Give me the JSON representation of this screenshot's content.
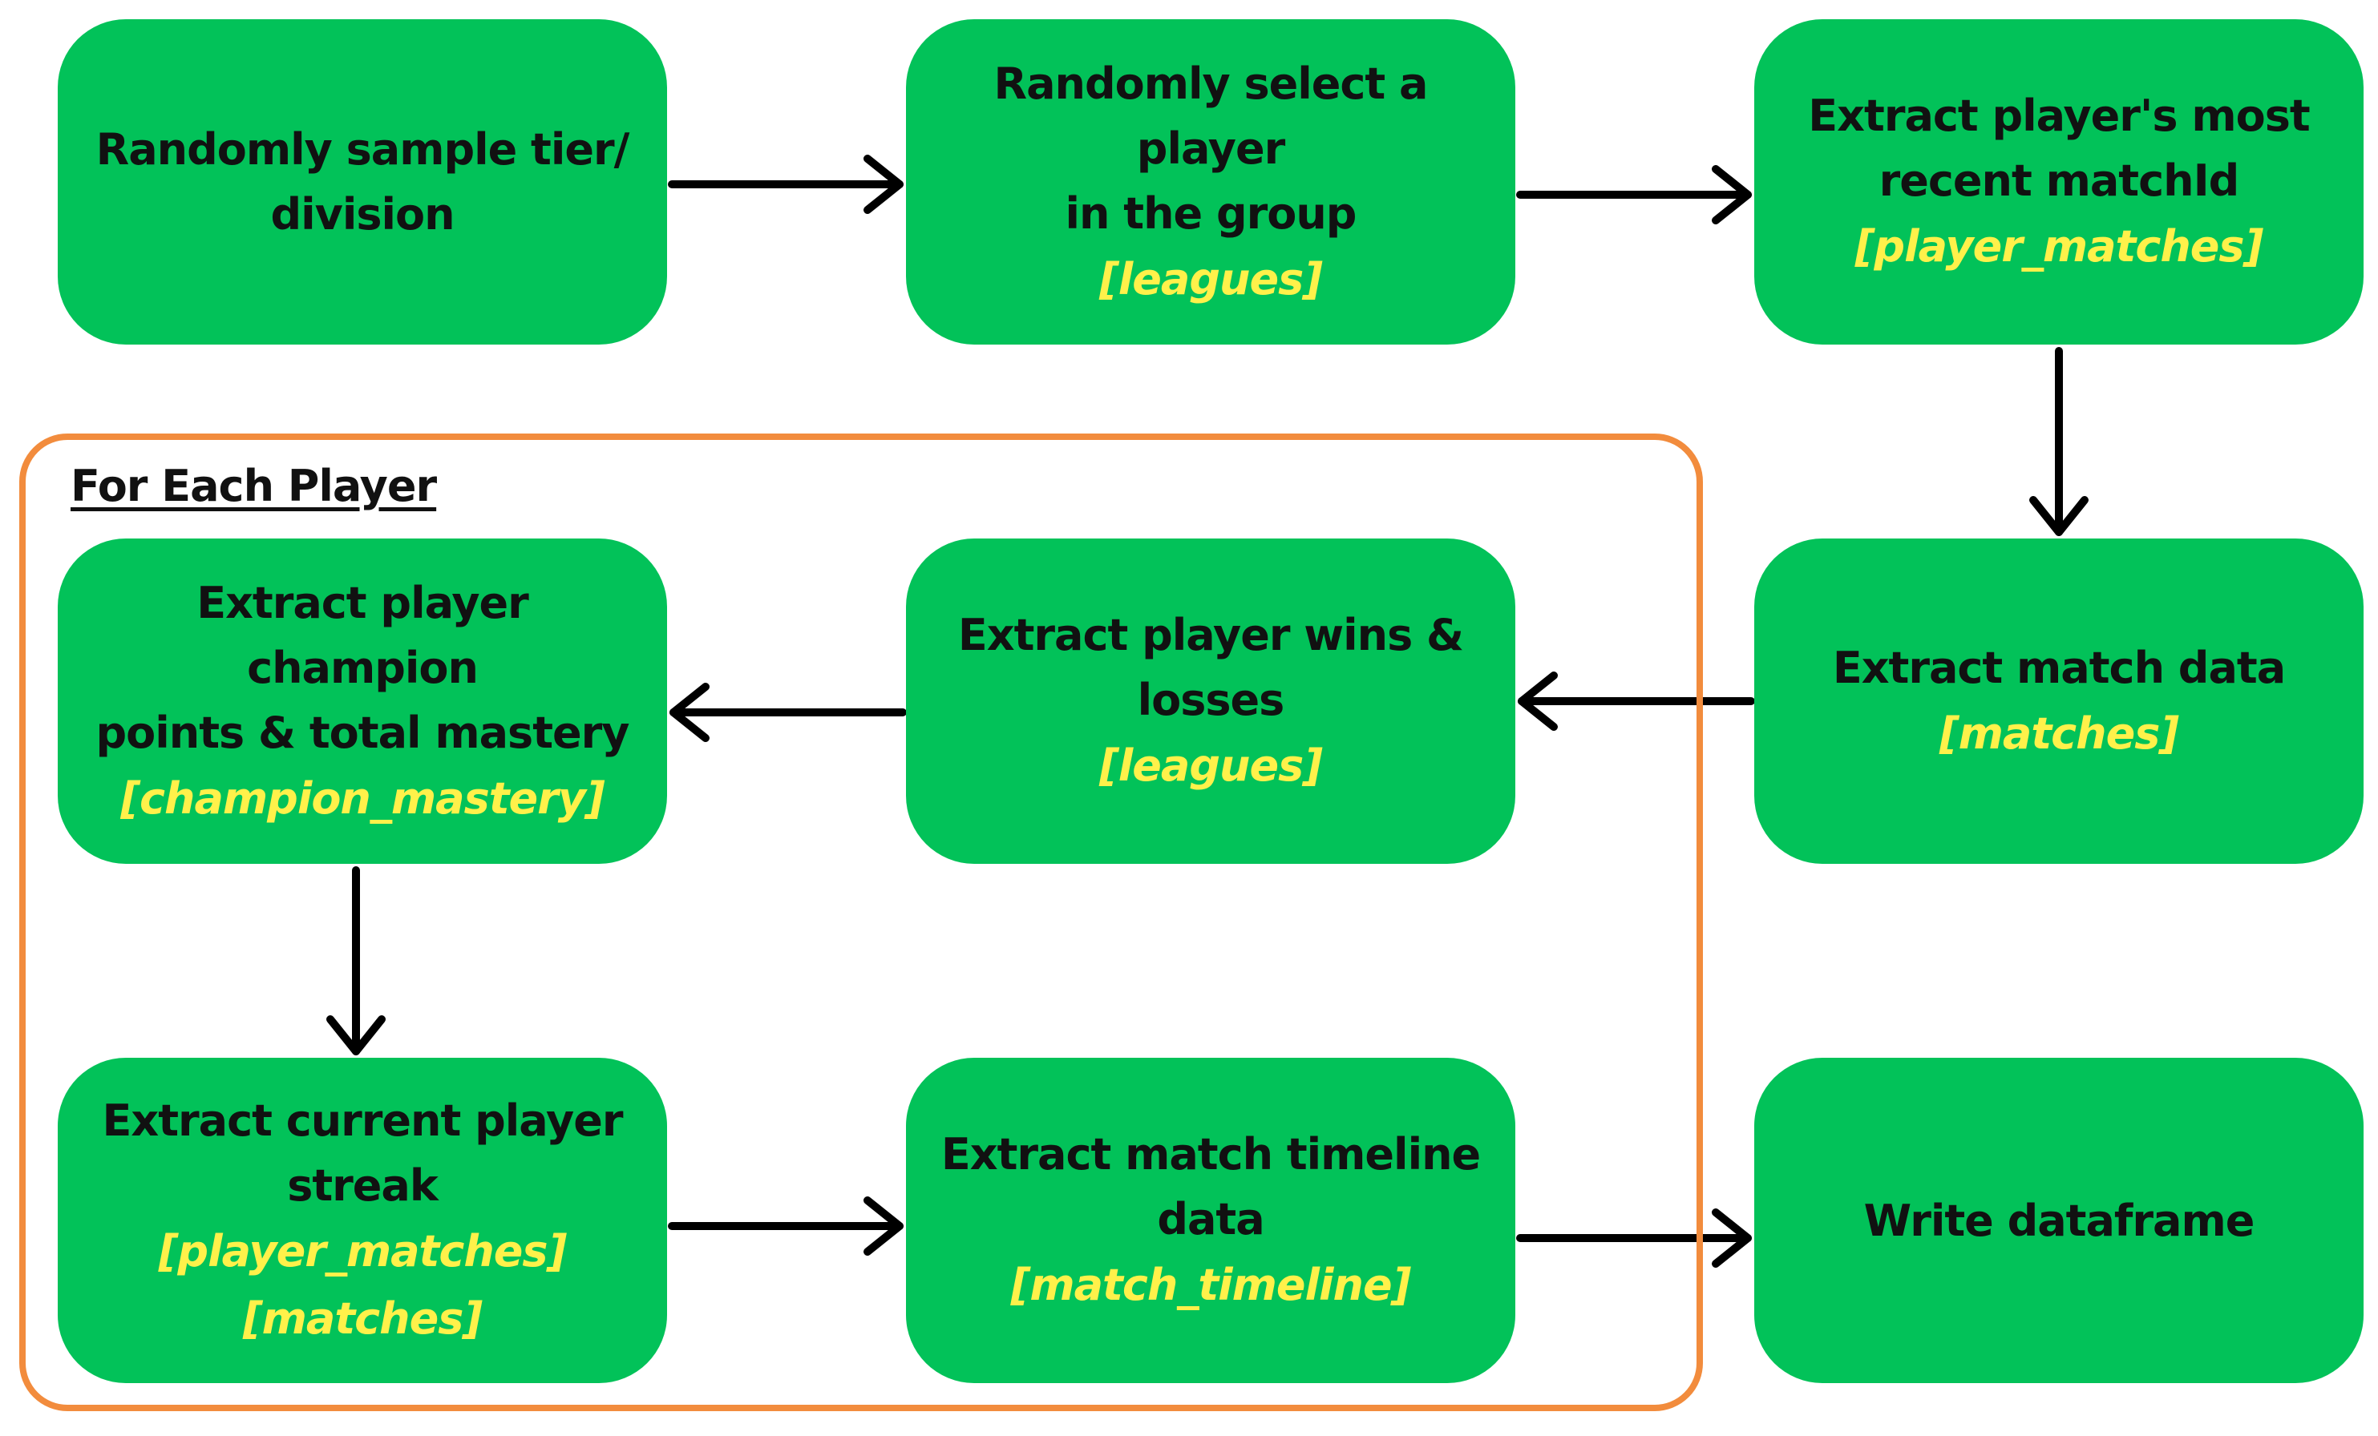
{
  "diagram": {
    "group_label": "For Each Player",
    "colors": {
      "node_fill": "#02c259",
      "node_text": "#111111",
      "tag_text": "#fff14a",
      "group_border": "#f28c3d",
      "arrow": "#000000"
    },
    "nodes": [
      {
        "id": "n1",
        "title": "Randomly sample tier/\ndivision",
        "tag": ""
      },
      {
        "id": "n2",
        "title": "Randomly select a player\nin the group",
        "tag": "[leagues]"
      },
      {
        "id": "n3",
        "title": "Extract player's most\nrecent matchId",
        "tag": "[player_matches]"
      },
      {
        "id": "n4",
        "title": "Extract player champion\npoints & total mastery",
        "tag": "[champion_mastery]"
      },
      {
        "id": "n5",
        "title": "Extract player wins &\nlosses",
        "tag": "[leagues]"
      },
      {
        "id": "n6",
        "title": "Extract match  data",
        "tag": "[matches]"
      },
      {
        "id": "n7",
        "title": "Extract current player\nstreak",
        "tag": "[player_matches]\n[matches]"
      },
      {
        "id": "n8",
        "title": "Extract match timeline\ndata",
        "tag": "[match_timeline]"
      },
      {
        "id": "n9",
        "title": "Write dataframe",
        "tag": ""
      }
    ],
    "edges": [
      {
        "from": "n1",
        "to": "n2"
      },
      {
        "from": "n2",
        "to": "n3"
      },
      {
        "from": "n3",
        "to": "n6"
      },
      {
        "from": "n6",
        "to": "n5"
      },
      {
        "from": "n5",
        "to": "n4"
      },
      {
        "from": "n4",
        "to": "n7"
      },
      {
        "from": "n7",
        "to": "n8"
      },
      {
        "from": "n8",
        "to": "n9"
      }
    ]
  }
}
